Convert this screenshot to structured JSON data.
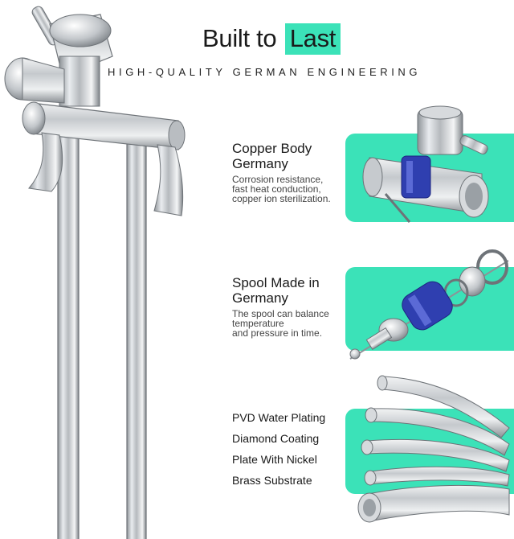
{
  "header": {
    "title_pre": "Built to",
    "title_highlight": "Last",
    "subtitle": "HIGH-QUALITY GERMAN ENGINEERING"
  },
  "features": [
    {
      "title_line1": "Copper Body",
      "title_line2": "Germany",
      "desc_lines": [
        "Corrosion resistance,",
        "fast heat conduction,",
        "copper ion sterilization."
      ]
    },
    {
      "title_line1": "Spool Made in",
      "title_line2": "Germany",
      "desc_lines": [
        "The spool can balance",
        "temperature",
        "and pressure in time."
      ]
    }
  ],
  "layers": [
    "PVD Water Plating",
    "Diamond Coating",
    "Plate With Nickel",
    "Brass Substrate"
  ],
  "colors": {
    "accent": "#3be2b8",
    "spool_blue": "#2f3fb0",
    "chrome": "#c9ccd0"
  }
}
